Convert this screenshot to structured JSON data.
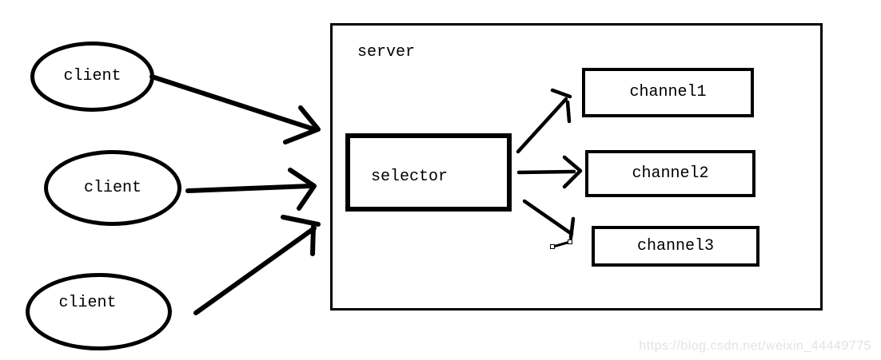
{
  "diagram": {
    "background_color": "#ffffff",
    "stroke_color": "#000000",
    "clients": [
      {
        "label": "client"
      },
      {
        "label": "client"
      },
      {
        "label": "client"
      }
    ],
    "server": {
      "label": "server"
    },
    "selector": {
      "label": "selector"
    },
    "channels": [
      {
        "label": "channel1"
      },
      {
        "label": "channel2"
      },
      {
        "label": "channel3"
      }
    ],
    "edges": [
      {
        "from": "client-1",
        "to": "server/selector"
      },
      {
        "from": "client-2",
        "to": "server/selector"
      },
      {
        "from": "client-3",
        "to": "server/selector"
      },
      {
        "from": "selector",
        "to": "channel1"
      },
      {
        "from": "selector",
        "to": "channel2"
      },
      {
        "from": "selector",
        "to": "channel3"
      }
    ]
  },
  "watermark": {
    "text": "https://blog.csdn.net/weixin_44449775",
    "color": "#e3e3e3"
  }
}
